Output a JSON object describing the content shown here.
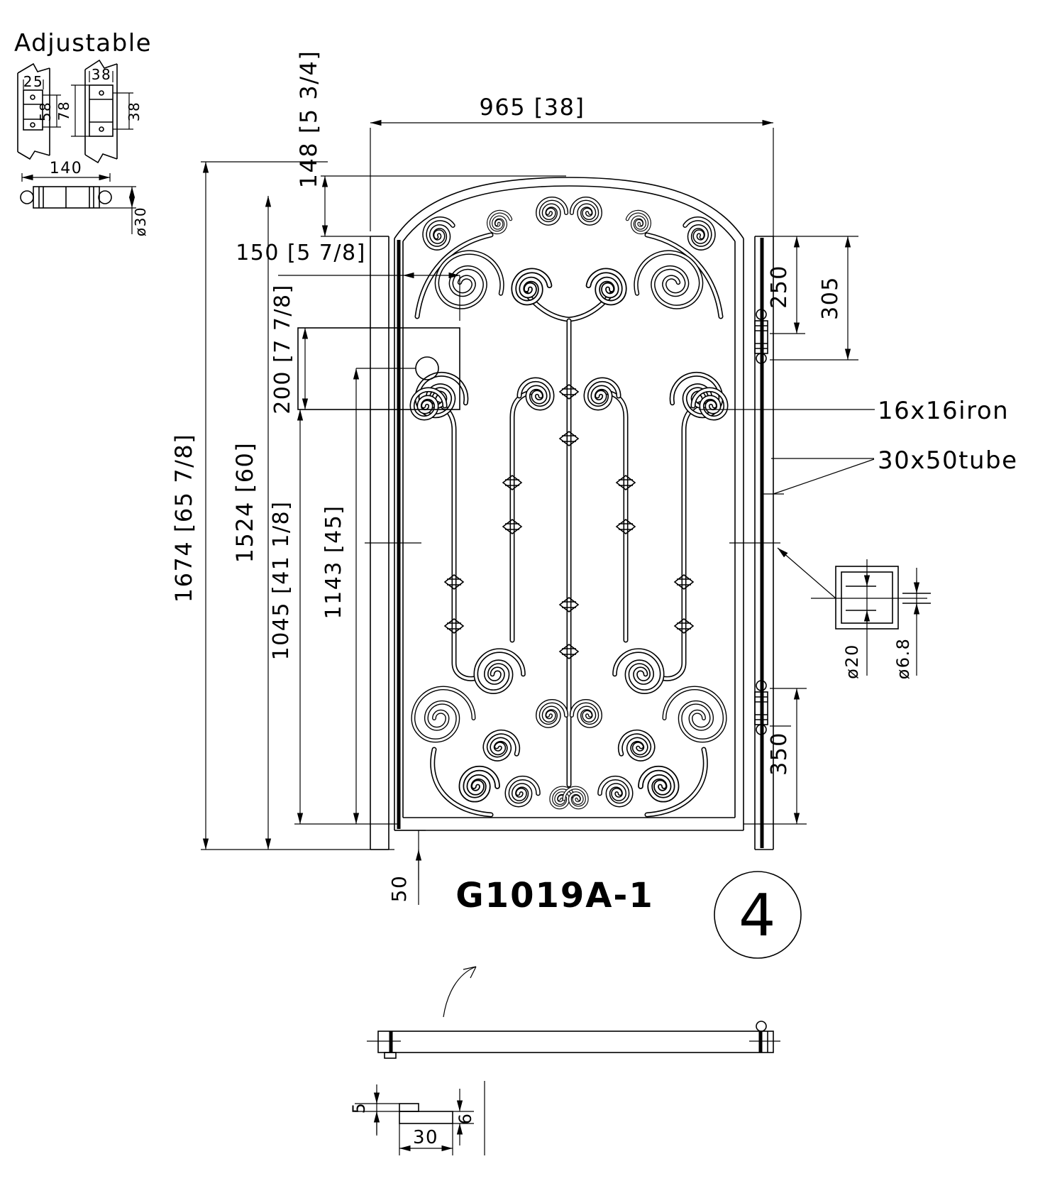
{
  "drawing": {
    "title": "G1019A-1",
    "sheet": "4",
    "adjustable_label": "Adjustable",
    "hinge_detail": {
      "d25": "25",
      "d58": "58",
      "d38_top": "38",
      "d78": "78",
      "d38_side": "38",
      "d140": "140",
      "dia30": "ø30"
    },
    "gate_dims": {
      "overall_width": "965 [38]",
      "arch_rise": "148 [5 3/4]",
      "d150": "150 [5 7/8]",
      "d200": "200 [7 7/8]",
      "overall_height": "1674 [65 7/8]",
      "leaf_height": "1524 [60]",
      "d1045": "1045 [41 1/8]",
      "d1143": "1143 [45]",
      "d250": "250",
      "d305": "305",
      "d350": "350",
      "d50": "50"
    },
    "material_labels": {
      "iron": "16x16iron",
      "tube": "30x50tube"
    },
    "tube_section": {
      "dia20": "ø20",
      "dia68": "ø6.8"
    },
    "rail_section": {
      "d5": "5",
      "d30": "30",
      "d6": "6"
    },
    "colors": {
      "line": "#000000",
      "background": "#ffffff"
    }
  }
}
